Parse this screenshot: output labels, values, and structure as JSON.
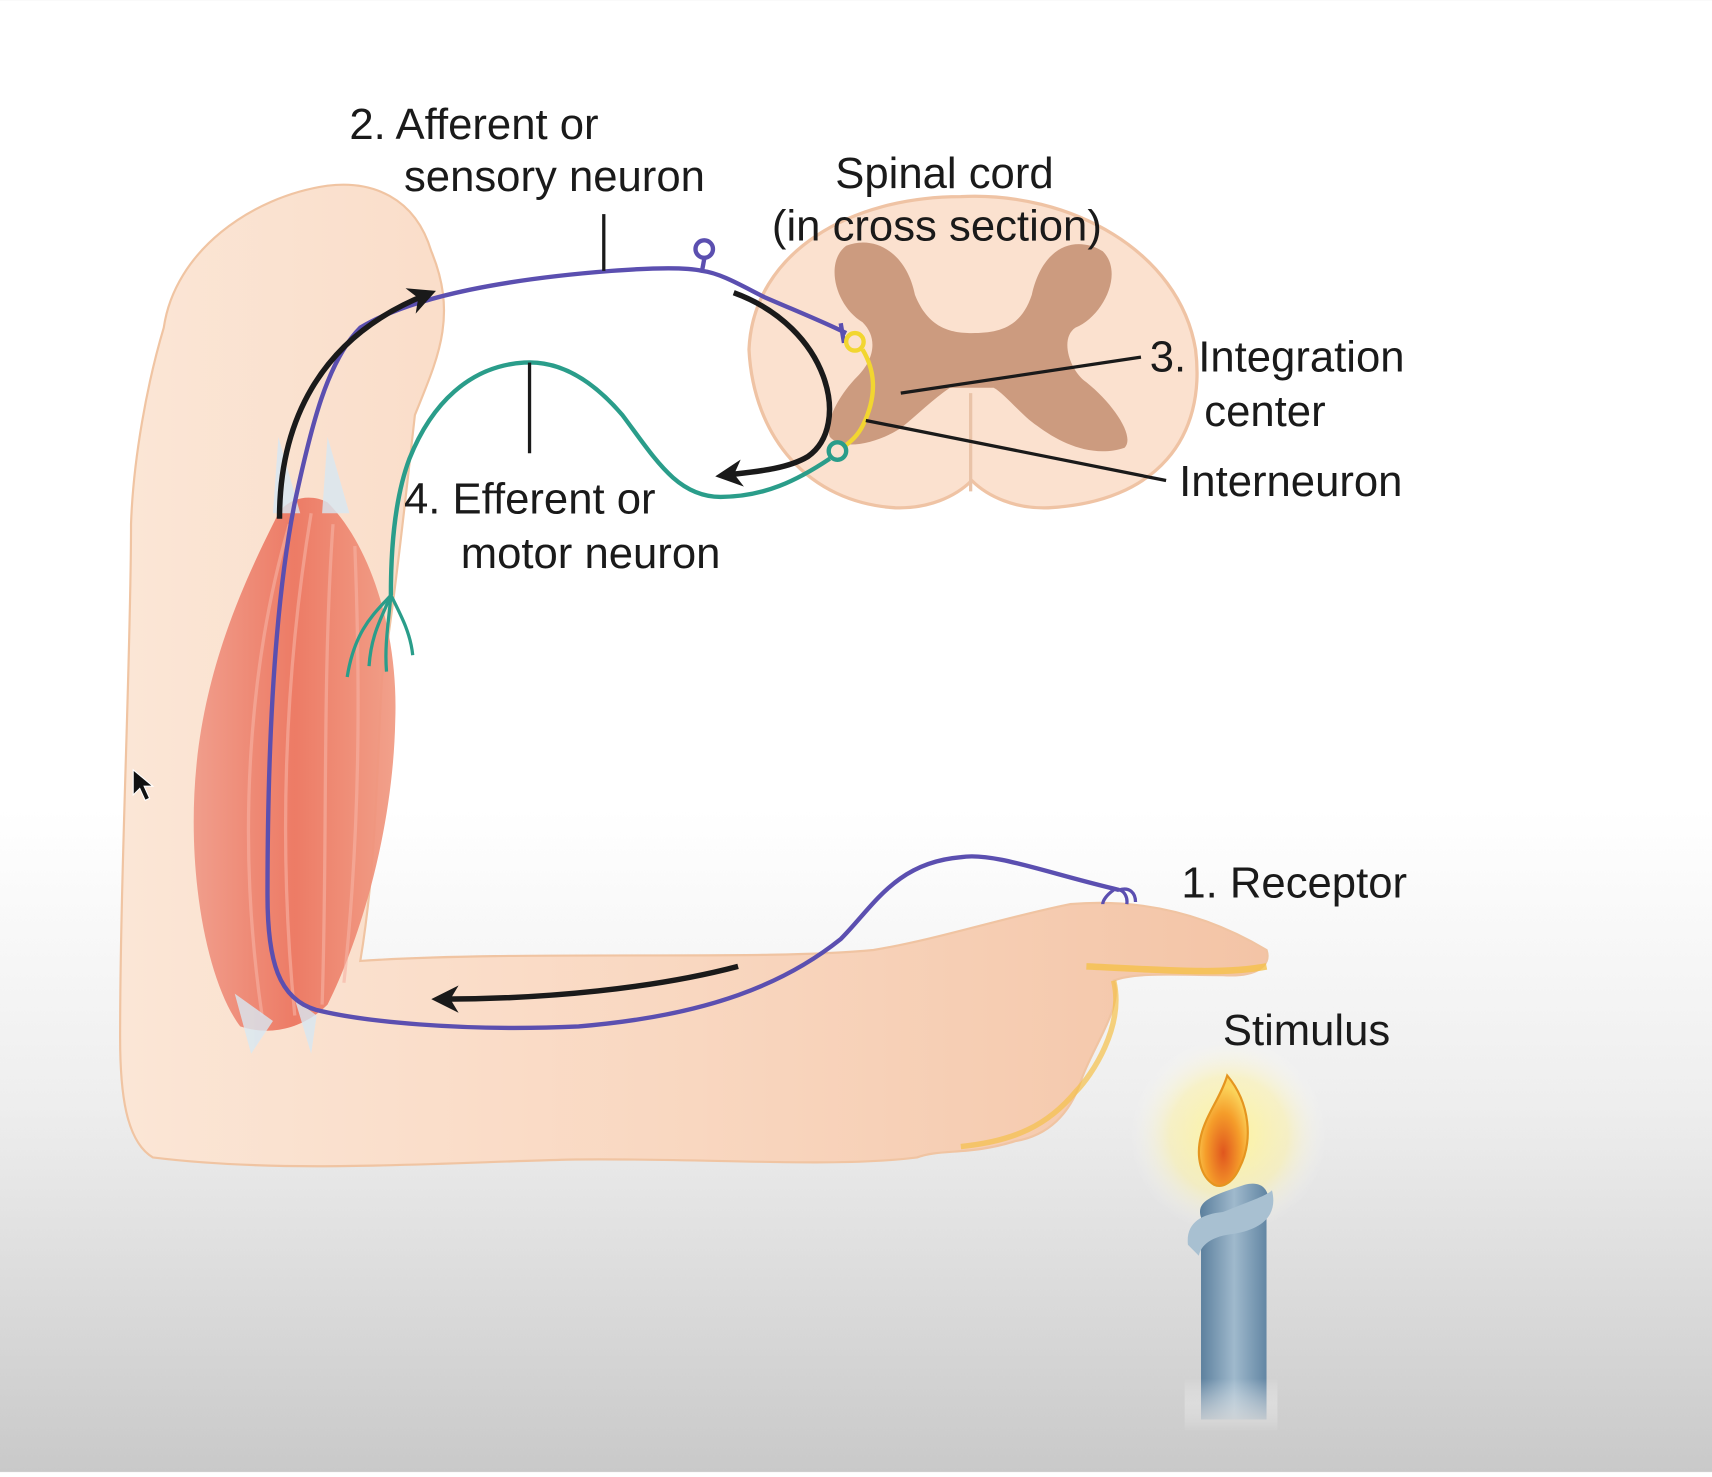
{
  "diagram": {
    "title": "Reflex arc",
    "labels": {
      "afferent_line1": "2. Afferent or",
      "afferent_line2": "sensory neuron",
      "spinal_line1": "Spinal cord",
      "spinal_line2": "(in cross section)",
      "integration_line1": "3. Integration",
      "integration_line2": "center",
      "interneuron": "Interneuron",
      "efferent_line1": "4. Efferent or",
      "efferent_line2": "motor neuron",
      "receptor": "1. Receptor",
      "stimulus": "Stimulus"
    },
    "colors": {
      "sensory_neuron": "#5b4fb0",
      "motor_neuron": "#2a9d8a",
      "interneuron": "#f2d630",
      "skin": "#f9d9c2",
      "muscle": "#ec7a66",
      "gray_matter": "#c9977a",
      "white_matter": "#fbe3d2",
      "candle": "#6f8fa8",
      "flame": "#f5a623",
      "arrow": "#1a1a1a"
    }
  }
}
